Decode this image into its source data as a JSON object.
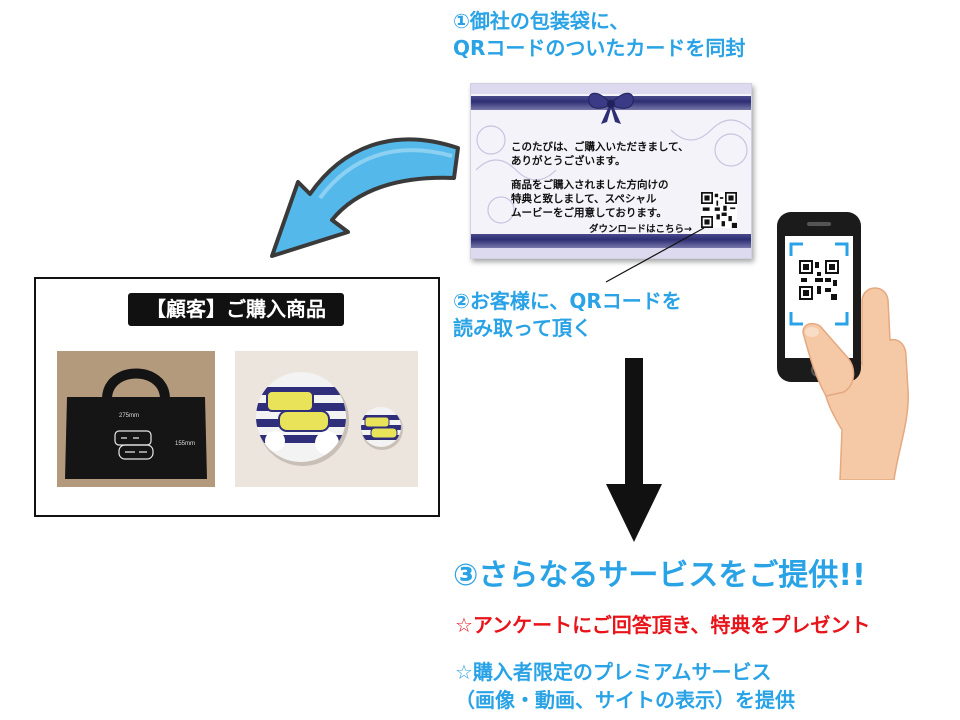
{
  "steps": {
    "step1_line1": "①御社の包装袋に、",
    "step1_line2": "QRコードのついたカードを同封",
    "step2_line1": "②お客様に、QRコードを",
    "step2_line2": "読み取って頂く",
    "step3": "③さらなるサービスをご提供!!",
    "benefit_red": "☆アンケートにご回答頂き、特典をプレゼント",
    "benefit_blue_line1": "☆購入者限定のプレミアムサービス",
    "benefit_blue_line2": "（画像・動画、サイトの表示）を提供"
  },
  "card": {
    "line1": "このたびは、ご購入いただきまして、",
    "line2": "ありがとうございます。",
    "line3": "商品をご購入されました方向けの",
    "line4": "特典と致しまして、スペシャル",
    "line5": "ムービーをご用意しております。",
    "download": "ダウンロードはこちら→"
  },
  "panel": {
    "title": "【顧客】ご購入商品"
  },
  "bag": {
    "width_label": "275mm",
    "height_label": "155mm"
  },
  "colors": {
    "accent_blue": "#29a3e6",
    "accent_red": "#e8141a",
    "card_band": "#2e2e74"
  }
}
